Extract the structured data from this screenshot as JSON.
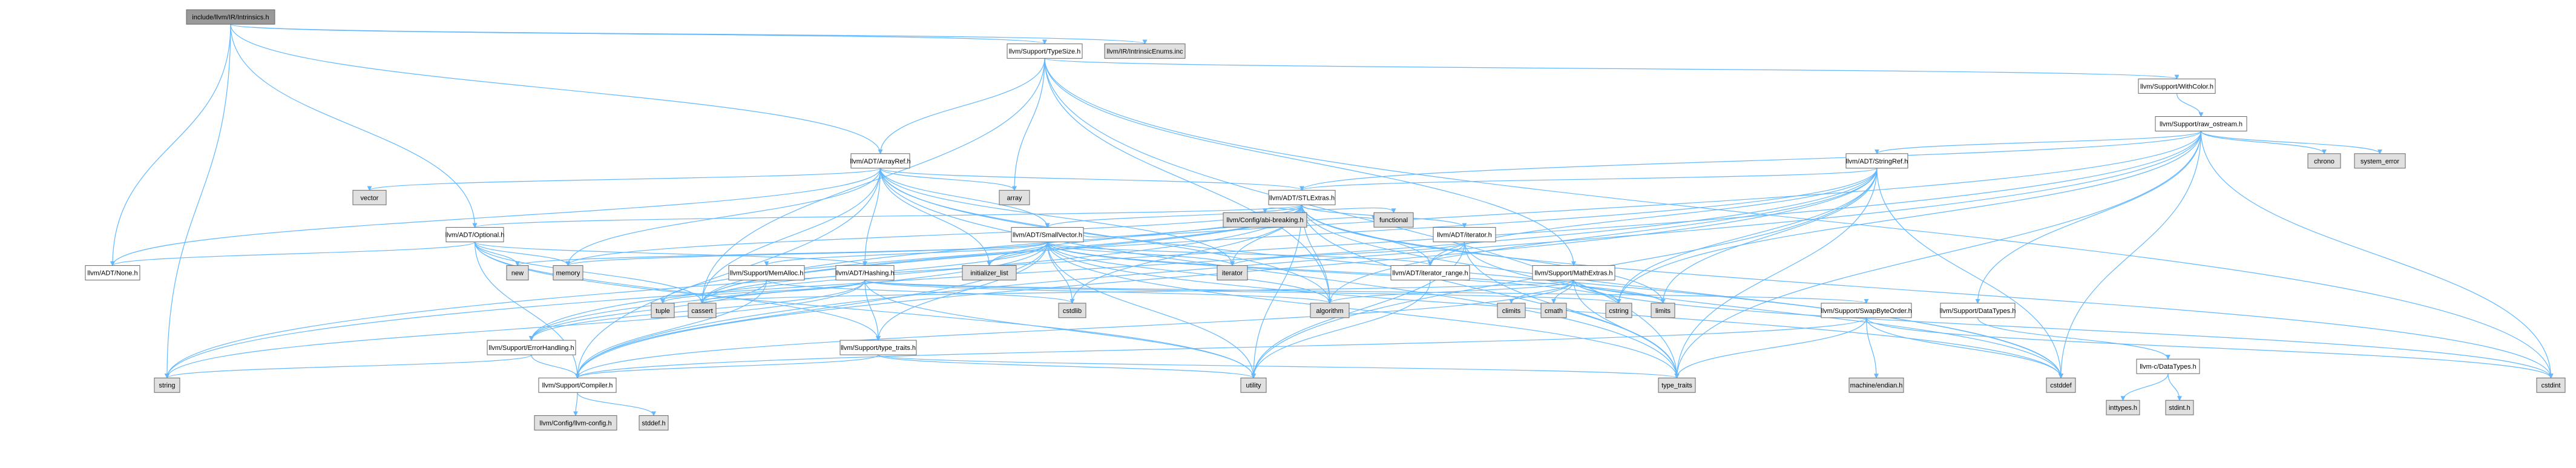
{
  "graph": {
    "colors": {
      "edge": "#63b8ff",
      "root_fill": "#999999",
      "header_fill": "#ffffff",
      "system_fill": "#e0e0e0",
      "node_border": "#666666",
      "missing_border": "#ff0000"
    },
    "nodes": [
      {
        "id": "root",
        "label": "include/llvm/IR/Intrinsics.h",
        "kind": "root"
      },
      {
        "id": "typesize",
        "label": "llvm/Support/TypeSize.h",
        "kind": "header"
      },
      {
        "id": "enums",
        "label": "llvm/IR/IntrinsicEnums.inc",
        "kind": "system"
      },
      {
        "id": "withcolor",
        "label": "llvm/Support/WithColor.h",
        "kind": "header"
      },
      {
        "id": "rawostream",
        "label": "llvm/Support/raw_ostream.h",
        "kind": "header"
      },
      {
        "id": "chrono",
        "label": "chrono",
        "kind": "system"
      },
      {
        "id": "syserror",
        "label": "system_error",
        "kind": "system"
      },
      {
        "id": "stringref",
        "label": "llvm/ADT/StringRef.h",
        "kind": "header"
      },
      {
        "id": "arrayref",
        "label": "llvm/ADT/ArrayRef.h",
        "kind": "header"
      },
      {
        "id": "vector",
        "label": "vector",
        "kind": "system"
      },
      {
        "id": "array",
        "label": "array",
        "kind": "system"
      },
      {
        "id": "stlextras",
        "label": "llvm/ADT/STLExtras.h",
        "kind": "header"
      },
      {
        "id": "abibreak",
        "label": "llvm/Config/abi-breaking.h",
        "kind": "system"
      },
      {
        "id": "functional",
        "label": "functional",
        "kind": "system"
      },
      {
        "id": "optional",
        "label": "llvm/ADT/Optional.h",
        "kind": "header"
      },
      {
        "id": "smallvector",
        "label": "llvm/ADT/SmallVector.h",
        "kind": "header"
      },
      {
        "id": "adtiterator",
        "label": "llvm/ADT/iterator.h",
        "kind": "header"
      },
      {
        "id": "none",
        "label": "llvm/ADT/None.h",
        "kind": "header"
      },
      {
        "id": "new",
        "label": "new",
        "kind": "system"
      },
      {
        "id": "memory",
        "label": "memory",
        "kind": "system"
      },
      {
        "id": "memalloc",
        "label": "llvm/Support/MemAlloc.h",
        "kind": "header"
      },
      {
        "id": "hashing",
        "label": "llvm/ADT/Hashing.h",
        "kind": "header"
      },
      {
        "id": "initlist",
        "label": "initializer_list",
        "kind": "system"
      },
      {
        "id": "iterator",
        "label": "iterator",
        "kind": "system"
      },
      {
        "id": "iterrange",
        "label": "llvm/ADT/iterator_range.h",
        "kind": "header"
      },
      {
        "id": "mathextras",
        "label": "llvm/Support/MathExtras.h",
        "kind": "header"
      },
      {
        "id": "tuple",
        "label": "tuple",
        "kind": "system"
      },
      {
        "id": "cassert",
        "label": "cassert",
        "kind": "system"
      },
      {
        "id": "cstdlib",
        "label": "cstdlib",
        "kind": "system"
      },
      {
        "id": "algorithm",
        "label": "algorithm",
        "kind": "system"
      },
      {
        "id": "climits",
        "label": "climits",
        "kind": "system"
      },
      {
        "id": "cmath",
        "label": "cmath",
        "kind": "system"
      },
      {
        "id": "cstring",
        "label": "cstring",
        "kind": "system"
      },
      {
        "id": "limits",
        "label": "limits",
        "kind": "system"
      },
      {
        "id": "swapbyte",
        "label": "llvm/Support/SwapByteOrder.h",
        "kind": "header"
      },
      {
        "id": "datatypes",
        "label": "llvm/Support/DataTypes.h",
        "kind": "header"
      },
      {
        "id": "errhandling",
        "label": "llvm/Support/ErrorHandling.h",
        "kind": "header"
      },
      {
        "id": "typetraitsh",
        "label": "llvm/Support/type_traits.h",
        "kind": "header"
      },
      {
        "id": "compiler",
        "label": "llvm/Support/Compiler.h",
        "kind": "header"
      },
      {
        "id": "string",
        "label": "string",
        "kind": "system"
      },
      {
        "id": "utility",
        "label": "utility",
        "kind": "system"
      },
      {
        "id": "type_traits",
        "label": "type_traits",
        "kind": "system"
      },
      {
        "id": "machendian",
        "label": "machine/endian.h",
        "kind": "system"
      },
      {
        "id": "cstddef",
        "label": "cstddef",
        "kind": "system"
      },
      {
        "id": "cstdint",
        "label": "cstdint",
        "kind": "system"
      },
      {
        "id": "cdatatypes",
        "label": "llvm-c/DataTypes.h",
        "kind": "missing"
      },
      {
        "id": "llvmconfig",
        "label": "llvm/Config/llvm-config.h",
        "kind": "system"
      },
      {
        "id": "stddef",
        "label": "stddef.h",
        "kind": "system"
      },
      {
        "id": "inttypes",
        "label": "inttypes.h",
        "kind": "system"
      },
      {
        "id": "stdint",
        "label": "stdint.h",
        "kind": "system"
      }
    ],
    "edges": [
      [
        "root",
        "typesize"
      ],
      [
        "root",
        "enums"
      ],
      [
        "root",
        "arrayref"
      ],
      [
        "root",
        "optional"
      ],
      [
        "root",
        "none"
      ],
      [
        "root",
        "string"
      ],
      [
        "typesize",
        "withcolor"
      ],
      [
        "typesize",
        "arrayref"
      ],
      [
        "typesize",
        "array"
      ],
      [
        "typesize",
        "mathextras"
      ],
      [
        "typesize",
        "algorithm"
      ],
      [
        "typesize",
        "cassert"
      ],
      [
        "typesize",
        "cstdint"
      ],
      [
        "typesize",
        "type_traits"
      ],
      [
        "withcolor",
        "rawostream"
      ],
      [
        "rawostream",
        "chrono"
      ],
      [
        "rawostream",
        "syserror"
      ],
      [
        "rawostream",
        "stringref"
      ],
      [
        "rawostream",
        "stlextras"
      ],
      [
        "rawostream",
        "datatypes"
      ],
      [
        "rawostream",
        "cassert"
      ],
      [
        "rawostream",
        "cstddef"
      ],
      [
        "rawostream",
        "cstdint"
      ],
      [
        "rawostream",
        "string"
      ],
      [
        "rawostream",
        "type_traits"
      ],
      [
        "rawostream",
        "compiler"
      ],
      [
        "rawostream",
        "cstring"
      ],
      [
        "stringref",
        "stlextras"
      ],
      [
        "stringref",
        "iterrange"
      ],
      [
        "stringref",
        "compiler"
      ],
      [
        "stringref",
        "algorithm"
      ],
      [
        "stringref",
        "cassert"
      ],
      [
        "stringref",
        "cstddef"
      ],
      [
        "stringref",
        "cstring"
      ],
      [
        "stringref",
        "limits"
      ],
      [
        "stringref",
        "string"
      ],
      [
        "stringref",
        "type_traits"
      ],
      [
        "stringref",
        "utility"
      ],
      [
        "arrayref",
        "hashing"
      ],
      [
        "arrayref",
        "none"
      ],
      [
        "arrayref",
        "smallvector"
      ],
      [
        "arrayref",
        "stlextras"
      ],
      [
        "arrayref",
        "compiler"
      ],
      [
        "arrayref",
        "algorithm"
      ],
      [
        "arrayref",
        "array"
      ],
      [
        "arrayref",
        "cassert"
      ],
      [
        "arrayref",
        "cstddef"
      ],
      [
        "arrayref",
        "initlist"
      ],
      [
        "arrayref",
        "iterator"
      ],
      [
        "arrayref",
        "memory"
      ],
      [
        "arrayref",
        "type_traits"
      ],
      [
        "arrayref",
        "vector"
      ],
      [
        "stlextras",
        "optional"
      ],
      [
        "stlextras",
        "smallvector"
      ],
      [
        "stlextras",
        "adtiterator"
      ],
      [
        "stlextras",
        "iterrange"
      ],
      [
        "stlextras",
        "abibreak"
      ],
      [
        "stlextras",
        "errhandling"
      ],
      [
        "stlextras",
        "algorithm"
      ],
      [
        "stlextras",
        "cassert"
      ],
      [
        "stlextras",
        "cstddef"
      ],
      [
        "stlextras",
        "cstdint"
      ],
      [
        "stlextras",
        "cstdlib"
      ],
      [
        "stlextras",
        "functional"
      ],
      [
        "stlextras",
        "initlist"
      ],
      [
        "stlextras",
        "iterator"
      ],
      [
        "stlextras",
        "limits"
      ],
      [
        "stlextras",
        "memory"
      ],
      [
        "stlextras",
        "tuple"
      ],
      [
        "stlextras",
        "type_traits"
      ],
      [
        "stlextras",
        "utility"
      ],
      [
        "optional",
        "hashing"
      ],
      [
        "optional",
        "none"
      ],
      [
        "optional",
        "compiler"
      ],
      [
        "optional",
        "typetraitsh"
      ],
      [
        "optional",
        "cassert"
      ],
      [
        "optional",
        "memory"
      ],
      [
        "optional",
        "new"
      ],
      [
        "optional",
        "utility"
      ],
      [
        "smallvector",
        "iterrange"
      ],
      [
        "smallvector",
        "compiler"
      ],
      [
        "smallvector",
        "errhandling"
      ],
      [
        "smallvector",
        "memalloc"
      ],
      [
        "smallvector",
        "typetraitsh"
      ],
      [
        "smallvector",
        "algorithm"
      ],
      [
        "smallvector",
        "cassert"
      ],
      [
        "smallvector",
        "cstddef"
      ],
      [
        "smallvector",
        "cstdlib"
      ],
      [
        "smallvector",
        "cstring"
      ],
      [
        "smallvector",
        "functional"
      ],
      [
        "smallvector",
        "initlist"
      ],
      [
        "smallvector",
        "iterator"
      ],
      [
        "smallvector",
        "limits"
      ],
      [
        "smallvector",
        "memory"
      ],
      [
        "smallvector",
        "new"
      ],
      [
        "smallvector",
        "type_traits"
      ],
      [
        "smallvector",
        "utility"
      ],
      [
        "adtiterator",
        "iterrange"
      ],
      [
        "adtiterator",
        "cstddef"
      ],
      [
        "adtiterator",
        "iterator"
      ],
      [
        "adtiterator",
        "type_traits"
      ],
      [
        "adtiterator",
        "utility"
      ],
      [
        "memalloc",
        "compiler"
      ],
      [
        "memalloc",
        "errhandling"
      ],
      [
        "memalloc",
        "cstdlib"
      ],
      [
        "hashing",
        "errhandling"
      ],
      [
        "hashing",
        "swapbyte"
      ],
      [
        "hashing",
        "typetraitsh"
      ],
      [
        "hashing",
        "algorithm"
      ],
      [
        "hashing",
        "cassert"
      ],
      [
        "hashing",
        "cstring"
      ],
      [
        "hashing",
        "string"
      ],
      [
        "hashing",
        "tuple"
      ],
      [
        "hashing",
        "utility"
      ],
      [
        "iterrange",
        "utility"
      ],
      [
        "mathextras",
        "compiler"
      ],
      [
        "mathextras",
        "algorithm"
      ],
      [
        "mathextras",
        "cassert"
      ],
      [
        "mathextras",
        "climits"
      ],
      [
        "mathextras",
        "cmath"
      ],
      [
        "mathextras",
        "cstdint"
      ],
      [
        "mathextras",
        "cstring"
      ],
      [
        "mathextras",
        "limits"
      ],
      [
        "mathextras",
        "type_traits"
      ],
      [
        "swapbyte",
        "compiler"
      ],
      [
        "swapbyte",
        "cstddef"
      ],
      [
        "swapbyte",
        "cstdint"
      ],
      [
        "swapbyte",
        "type_traits"
      ],
      [
        "swapbyte",
        "machendian"
      ],
      [
        "datatypes",
        "cdatatypes"
      ],
      [
        "cdatatypes",
        "inttypes"
      ],
      [
        "cdatatypes",
        "stdint"
      ],
      [
        "errhandling",
        "compiler"
      ],
      [
        "errhandling",
        "string"
      ],
      [
        "typetraitsh",
        "compiler"
      ],
      [
        "typetraitsh",
        "type_traits"
      ],
      [
        "typetraitsh",
        "utility"
      ],
      [
        "compiler",
        "llvmconfig"
      ],
      [
        "compiler",
        "stddef"
      ]
    ]
  }
}
